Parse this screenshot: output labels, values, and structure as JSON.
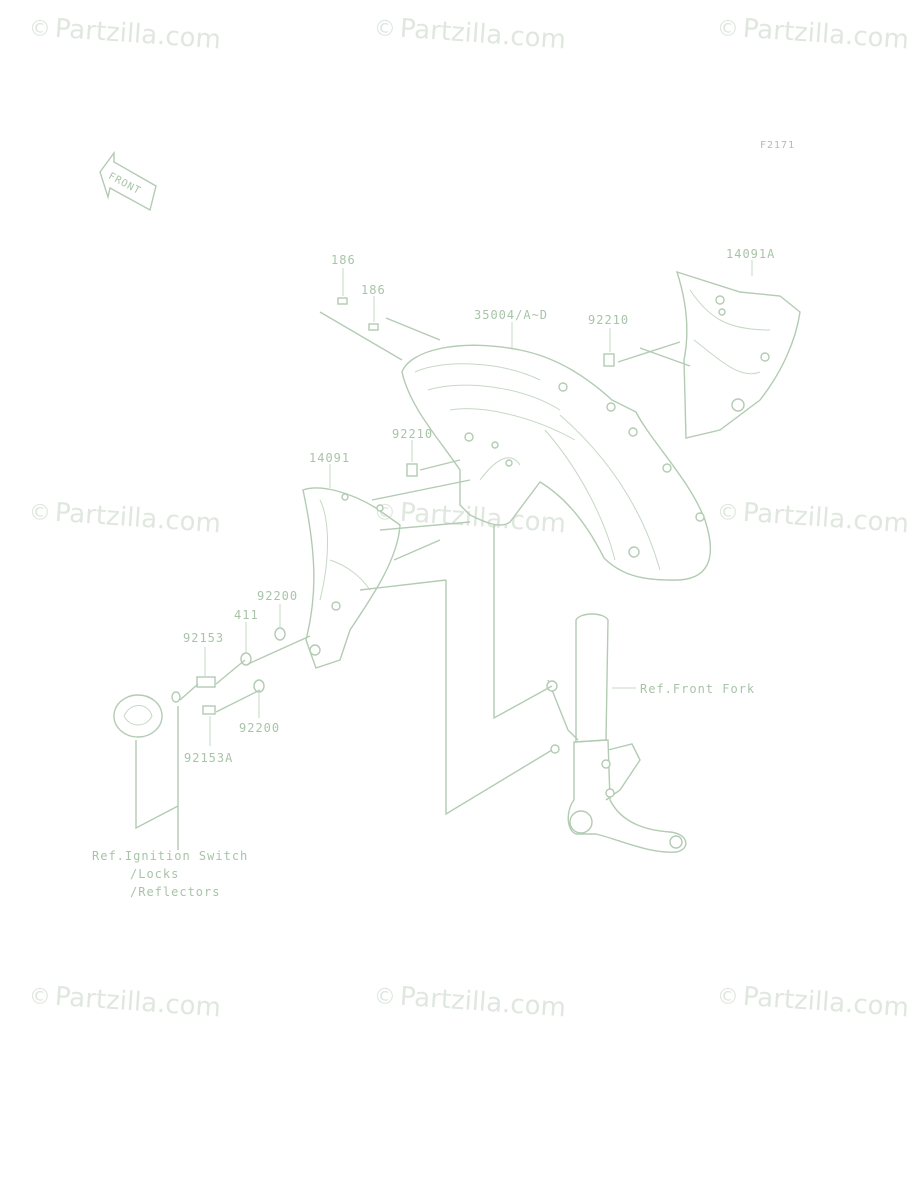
{
  "watermark": {
    "symbol": "©",
    "text": "Partzilla.com",
    "color": "#dfe7df"
  },
  "diagram_code": "F2171",
  "front_marker": "FRONT",
  "callouts": {
    "c_186_a": "186",
    "c_186_b": "186",
    "c_35004": "35004/A~D",
    "c_92210_a": "92210",
    "c_14091A": "14091A",
    "c_92210_b": "92210",
    "c_14091": "14091",
    "c_92200_a": "92200",
    "c_411": "411",
    "c_92153": "92153",
    "c_92200_b": "92200",
    "c_92153A": "92153A",
    "ref_front_fork": "Ref.Front Fork",
    "ref_ign_1": "Ref.Ignition Switch",
    "ref_ign_2": "/Locks",
    "ref_ign_3": "/Reflectors"
  },
  "line_color": "#b3cbb3"
}
